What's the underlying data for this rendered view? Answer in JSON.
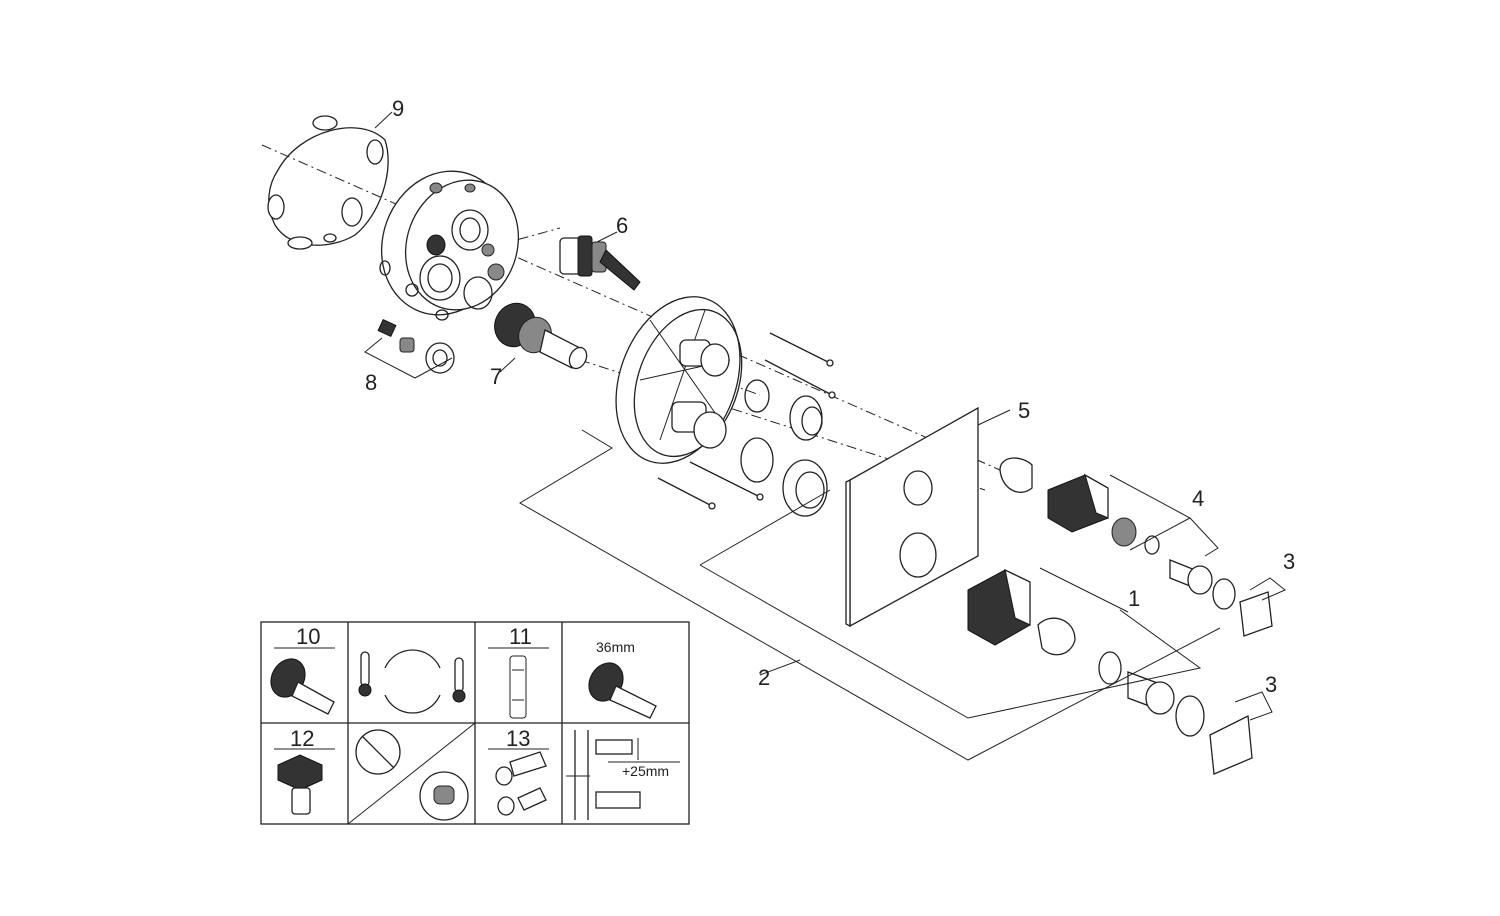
{
  "callouts": {
    "c1": "1",
    "c2": "2",
    "c3a": "3",
    "c3b": "3",
    "c4": "4",
    "c5": "5",
    "c6": "6",
    "c7": "7",
    "c8": "8",
    "c9": "9"
  },
  "legend": {
    "cell10": "10",
    "cell11": "11",
    "cell12": "12",
    "cell13": "13",
    "size_36mm": "36mm",
    "extension_25mm": "+25mm"
  }
}
